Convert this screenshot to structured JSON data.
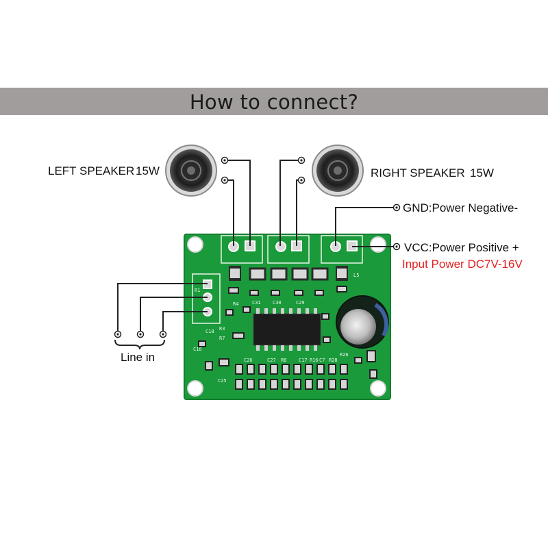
{
  "banner": {
    "title": "How to connect?"
  },
  "labels": {
    "left_speaker": "LEFT SPEAKER",
    "left_power": "15W",
    "right_speaker": "RIGHT SPEAKER",
    "right_power": "15W",
    "gnd": "GND:Power Negative-",
    "vcc": "VCC:Power Positive +",
    "input_power": "Input Power DC7V-16V",
    "line_in": "Line in"
  },
  "colors": {
    "banner_bg": "#a09d9c",
    "pcb_green": "#1b9a3b",
    "accent_red": "#e5201f",
    "wire": "#222222"
  },
  "board_markings": [
    "C31",
    "C30",
    "C29",
    "R4",
    "R3",
    "R7",
    "R1",
    "C18",
    "C16",
    "C25",
    "C26",
    "C27",
    "R26",
    "R28",
    "R16",
    "R8",
    "C17",
    "C7",
    "L5"
  ]
}
